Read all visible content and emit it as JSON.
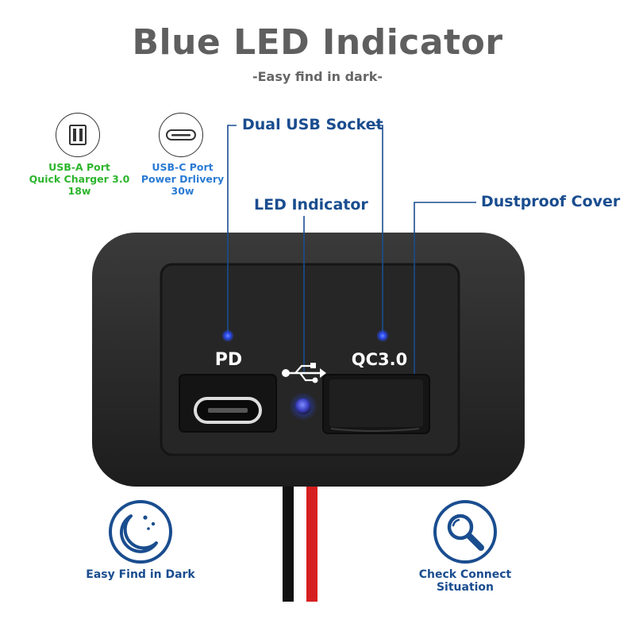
{
  "header": {
    "title": "Blue LED Indicator",
    "subtitle": "-Easy find in dark-"
  },
  "ports": {
    "usb_a": {
      "label": "USB-A Port",
      "spec": "Quick Charger 3.0",
      "power": "18w",
      "color": "#2db52d",
      "icon": "usb-a-port-icon"
    },
    "usb_c": {
      "label": "USB-C Port",
      "spec": "Power Drlivery",
      "power": "30w",
      "color": "#2a7bd4",
      "icon": "usb-c-port-icon"
    }
  },
  "callouts": {
    "dual_usb": "Dual USB Socket",
    "led": "LED Indicator",
    "dustproof": "Dustproof Cover"
  },
  "device": {
    "pd_label": "PD",
    "qc_label": "QC3.0",
    "usb_symbol": "usb-symbol-icon"
  },
  "features": {
    "dark": {
      "label": "Easy Find in Dark",
      "icon": "moon-stars-icon"
    },
    "check": {
      "line1": "Check Connect",
      "line2": "Situation",
      "icon": "magnifier-icon"
    }
  },
  "colors": {
    "accent": "#1a4d8f",
    "led": "#2a4cff",
    "title": "#5f5f5f",
    "usb_a_text": "#2db52d",
    "usb_c_text": "#2a7bd4"
  }
}
